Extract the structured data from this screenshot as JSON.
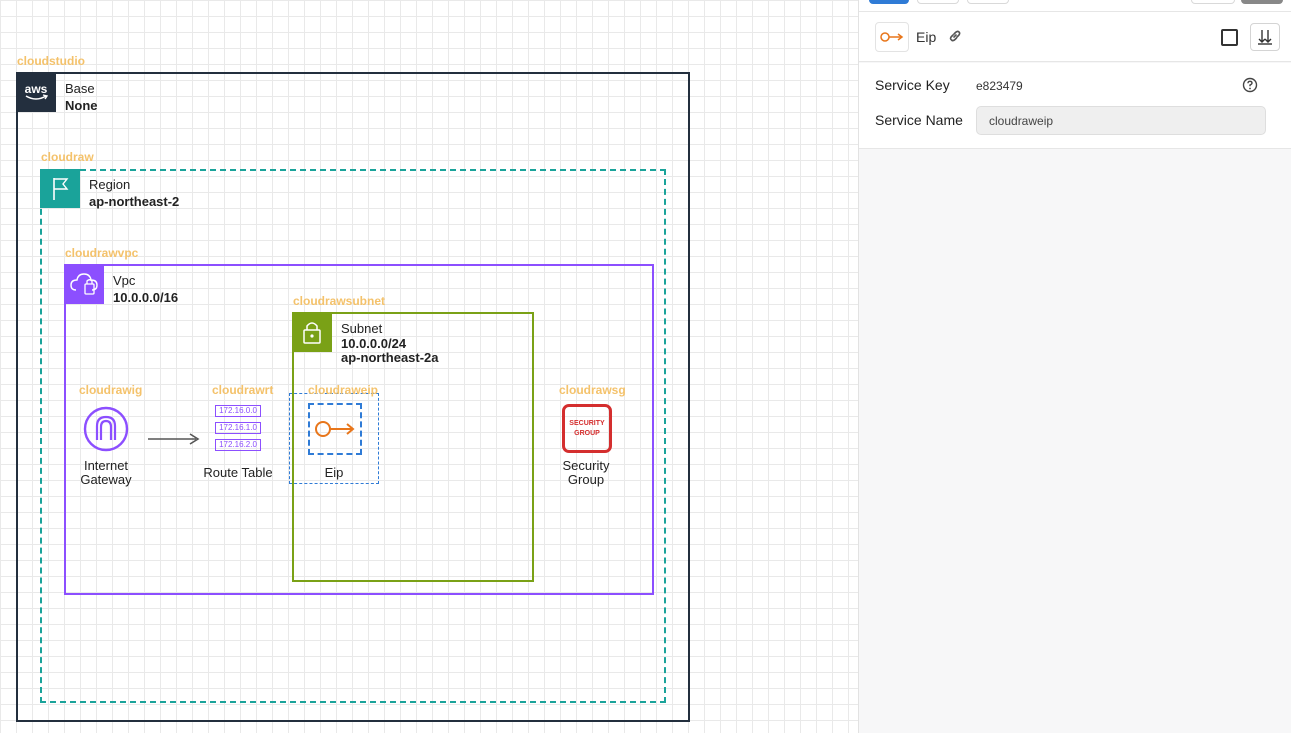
{
  "groups": {
    "base": {
      "label": "cloudstudio",
      "title": "Base",
      "value": "None",
      "icon": "aws-logo-icon",
      "color": "#232f3e"
    },
    "region": {
      "label": "cloudraw",
      "title": "Region",
      "value": "ap-northeast-2",
      "icon": "flag-icon",
      "color": "#1aa39a"
    },
    "vpc": {
      "label": "cloudrawvpc",
      "title": "Vpc",
      "value": "10.0.0.0/16",
      "icon": "cloud-lock-icon",
      "color": "#8c4fff"
    },
    "subnet": {
      "label": "cloudrawsubnet",
      "title": "Subnet",
      "value": "10.0.0.0/24",
      "value2": "ap-northeast-2a",
      "icon": "padlock-icon",
      "color": "#7aa116"
    }
  },
  "nodes": {
    "igw": {
      "label": "cloudrawig",
      "name_line1": "Internet",
      "name_line2": "Gateway",
      "icon": "internet-gateway-icon"
    },
    "rt": {
      "label": "cloudrawrt",
      "name": "Route Table",
      "icon": "route-table-icon",
      "rows": [
        "172.16.0.0",
        "172.16.1.0",
        "172.16.2.0"
      ]
    },
    "eip": {
      "label": "cloudraweip",
      "name": "Eip",
      "icon": "key-icon"
    },
    "sg": {
      "label": "cloudrawsg",
      "name_line1": "Security",
      "name_line2": "Group",
      "icon": "security-group-icon",
      "badge_line1": "SECURITY",
      "badge_line2": "GROUP"
    }
  },
  "panel": {
    "title": "Eip",
    "service_key_label": "Service Key",
    "service_key_value": "e823479",
    "service_name_label": "Service Name",
    "service_name_value": "cloudraweip"
  },
  "colors": {
    "accent": "#f4c26b",
    "eip_orange": "#e8761b",
    "selection": "#2f7bd6"
  }
}
